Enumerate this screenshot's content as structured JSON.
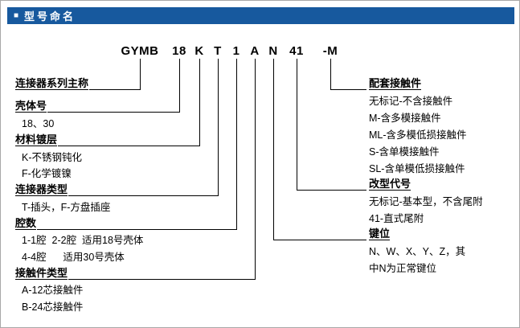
{
  "colors": {
    "header_bg": "#17599e",
    "line": "#000000"
  },
  "header": {
    "bullet": "■",
    "title": "型号命名"
  },
  "part_number": {
    "segments": [
      "GYMB",
      "18",
      "K",
      "T",
      "1",
      "A",
      "N",
      "41",
      "-M"
    ]
  },
  "left": {
    "series_title": "连接器系列主称",
    "shell_title": "壳体号",
    "shell_items": [
      "18、30"
    ],
    "plating_title": "材料镀层",
    "plating_items": [
      "K-不锈钢钝化",
      "F-化学镀镍"
    ],
    "type_title": "连接器类型",
    "type_items": [
      "T-插头，F-方盘插座"
    ],
    "cavity_title": "腔数",
    "cavity_items": [
      "1-1腔  2-2腔  适用18号壳体",
      "4-4腔      适用30号壳体"
    ],
    "contact_title": "接触件类型",
    "contact_items": [
      "A-12芯接触件",
      "B-24芯接触件"
    ]
  },
  "right": {
    "mating_title": "配套接触件",
    "mating_items": [
      "无标记-不含接触件",
      "M-含多模接触件",
      "ML-含多模低损接触件",
      "S-含单模接触件",
      "SL-含单模低损接触件"
    ],
    "mod_title": "改型代号",
    "mod_items": [
      "无标记-基本型，不含尾附",
      "41-直式尾附"
    ],
    "key_title": "键位",
    "key_items": [
      "N、W、X、Y、Z，其",
      "中N为正常键位"
    ]
  }
}
